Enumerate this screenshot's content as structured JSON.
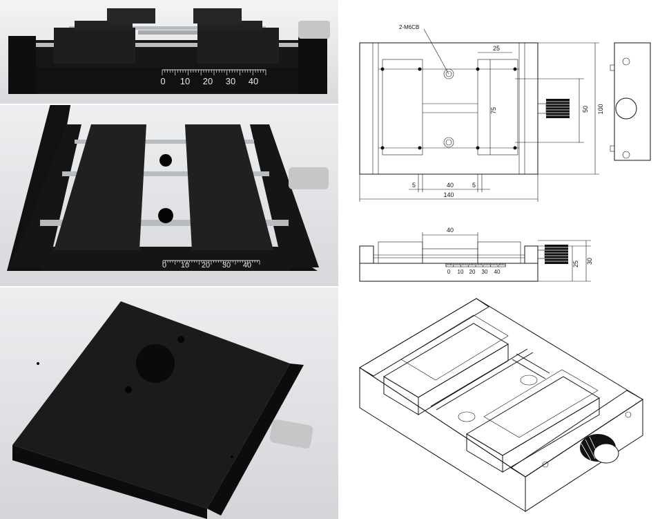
{
  "photos": {
    "scale_ticks": [
      "0",
      "10",
      "20",
      "30",
      "40"
    ]
  },
  "top_view": {
    "callout": "2-M6CB",
    "dim_pad_width": "25",
    "dim_hole_spacing": "75",
    "dim_rail_spacing": "50",
    "dim_total_height": "100",
    "dim_left_gap": "5",
    "dim_center_gap": "40",
    "dim_right_gap": "5",
    "dim_total_width": "140"
  },
  "front_view": {
    "dim_center_width": "40",
    "dim_inner_height": "25",
    "dim_total_height": "30",
    "scale_ticks": [
      "0",
      "10",
      "20",
      "30",
      "40"
    ]
  },
  "colors": {
    "metal": "#1a1a1a",
    "steel": "#b9bcbf",
    "background": "#e9eaec",
    "line": "#111111"
  }
}
